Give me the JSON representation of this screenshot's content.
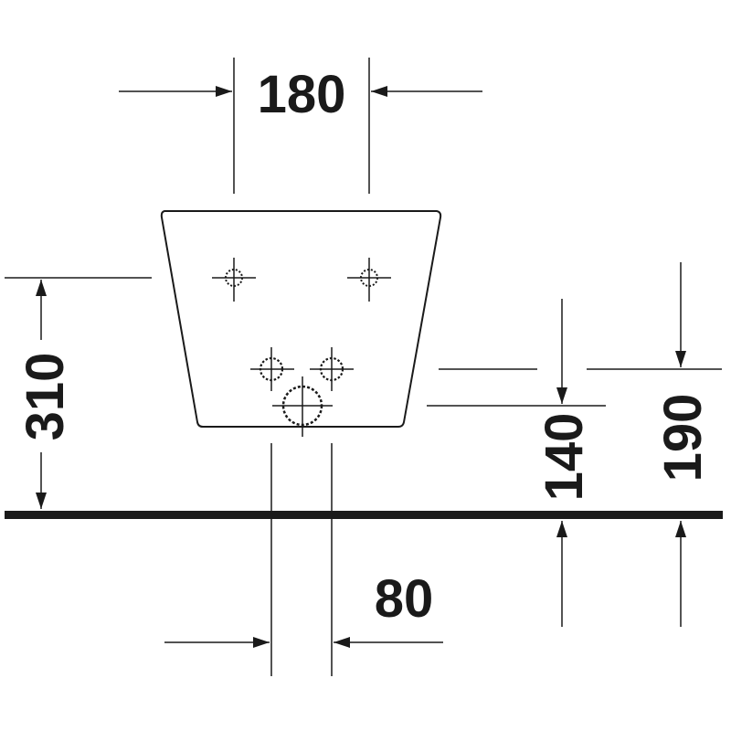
{
  "drawing": {
    "dimensions": {
      "top_width": "180",
      "bottom_spacing": "80",
      "left_height": "310",
      "right_height_1": "140",
      "right_height_2": "190"
    }
  },
  "colors": {
    "line": "#1a1a1a",
    "background": "#ffffff"
  }
}
